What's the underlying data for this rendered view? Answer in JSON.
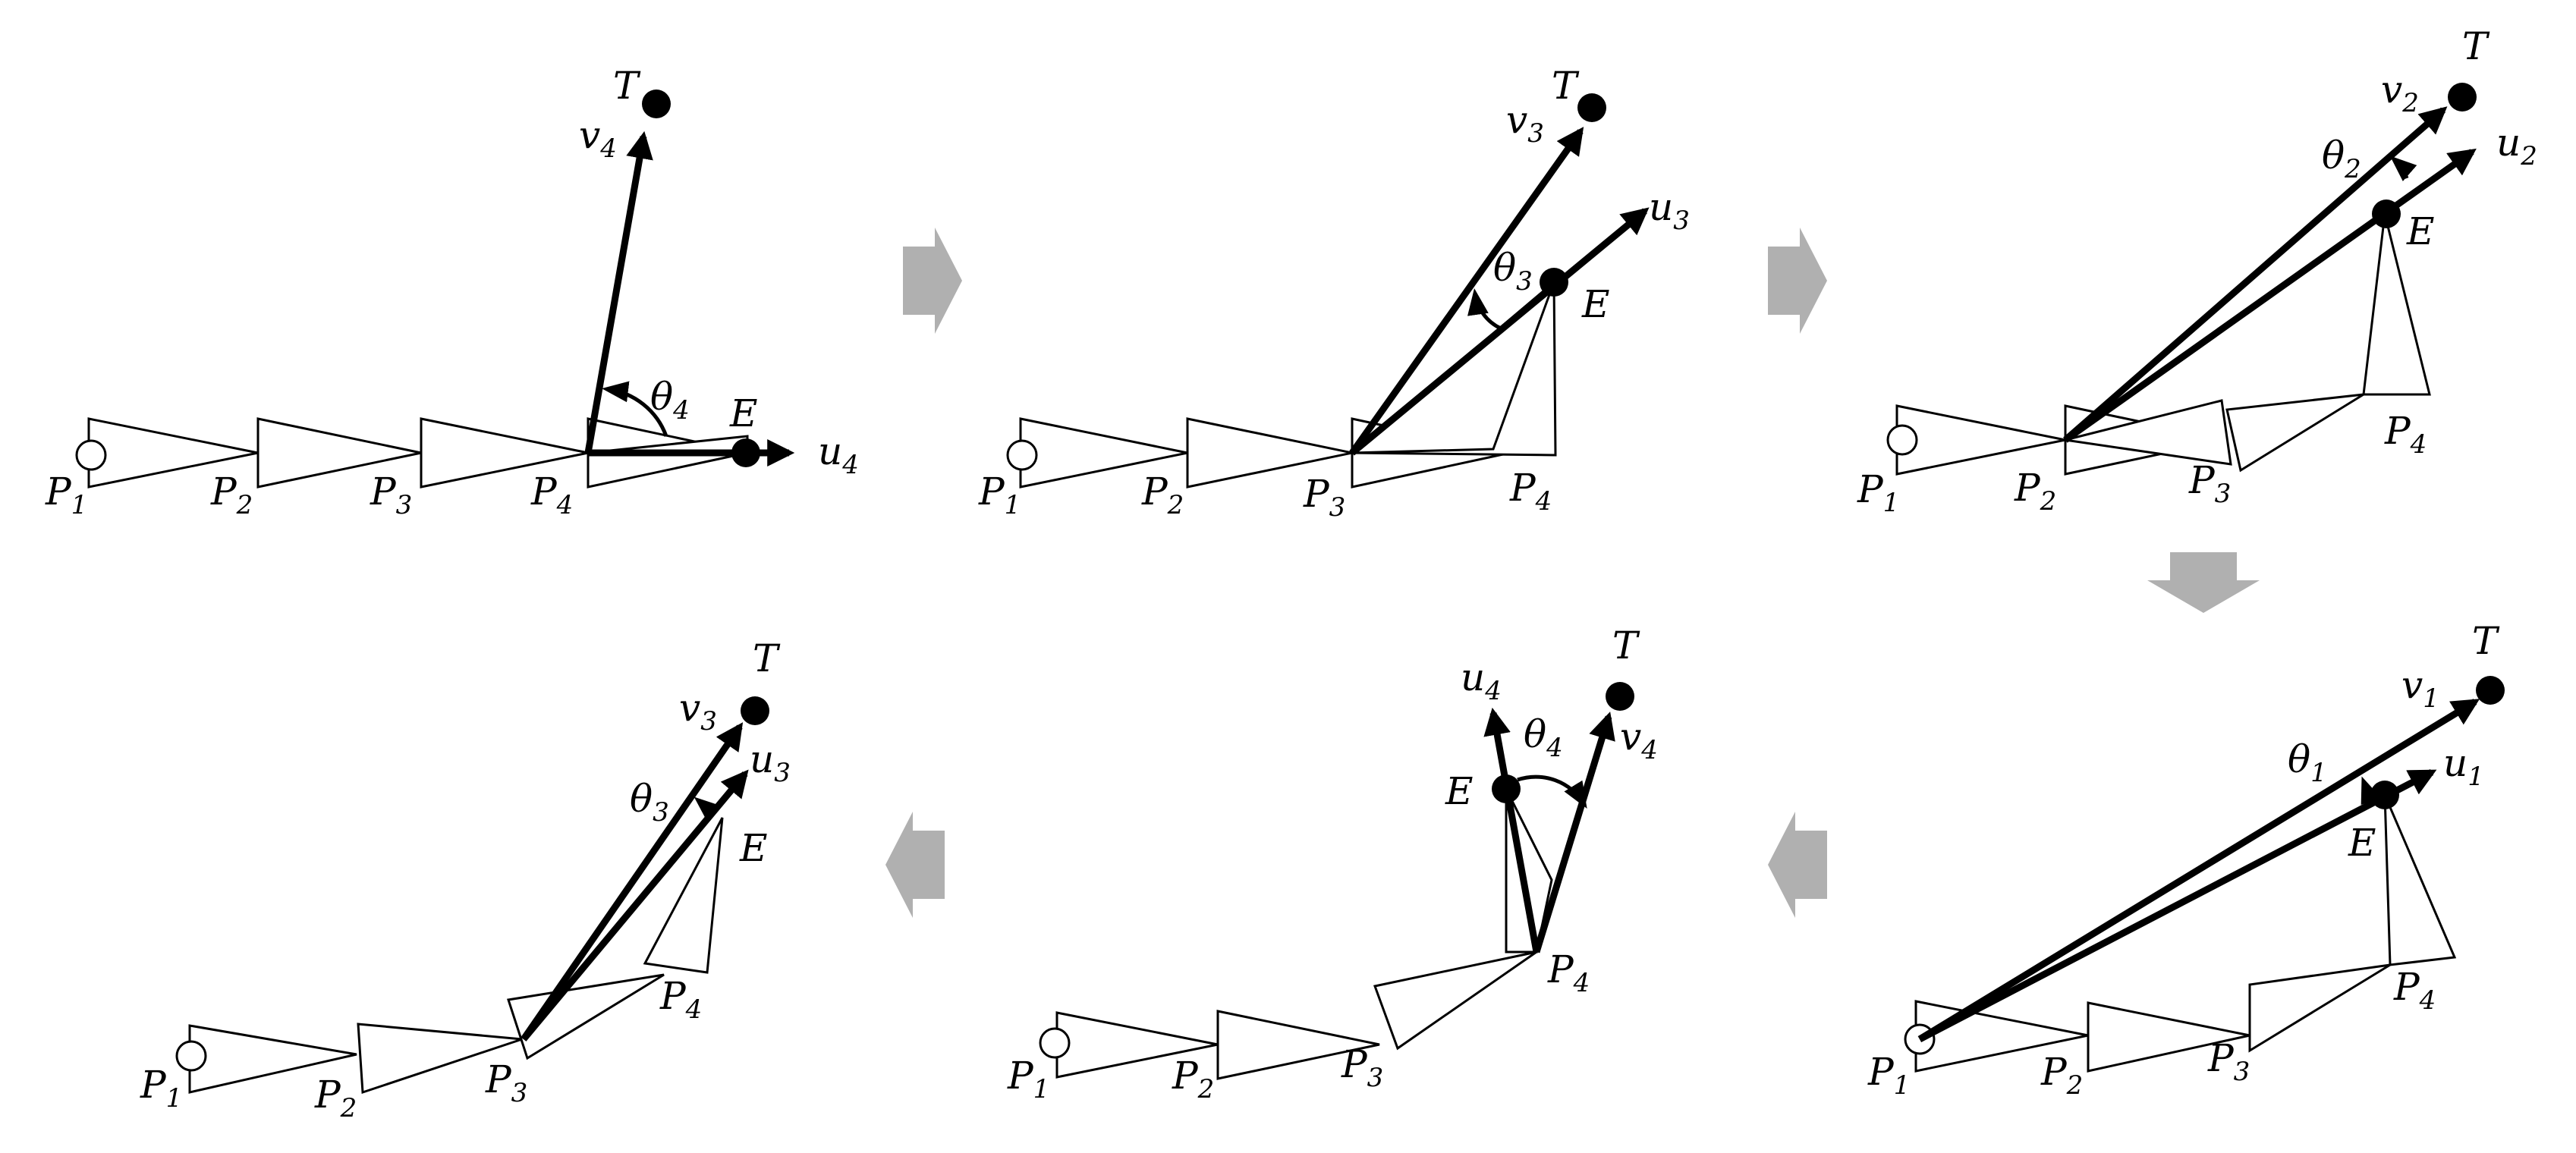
{
  "panels": [
    {
      "id": "panel-1",
      "angle": {
        "name": "θ",
        "sub": "4"
      },
      "joints": [
        "P1",
        "P2",
        "P3",
        "P4"
      ]
    },
    {
      "id": "panel-2",
      "angle": {
        "name": "θ",
        "sub": "3"
      },
      "joints": [
        "P1",
        "P2",
        "P3",
        "P4"
      ]
    },
    {
      "id": "panel-3",
      "angle": {
        "name": "θ",
        "sub": "2"
      },
      "joints": [
        "P1",
        "P2",
        "P3",
        "P4"
      ]
    },
    {
      "id": "panel-4",
      "angle": {
        "name": "θ",
        "sub": "1"
      },
      "joints": [
        "P1",
        "P2",
        "P3",
        "P4"
      ]
    },
    {
      "id": "panel-5",
      "angle": {
        "name": "θ",
        "sub": "4"
      },
      "joints": [
        "P1",
        "P2",
        "P3",
        "P4"
      ]
    },
    {
      "id": "panel-6",
      "angle": {
        "name": "θ",
        "sub": "3"
      },
      "joints": [
        "P1",
        "P2",
        "P3",
        "P4"
      ]
    }
  ],
  "labels": {
    "target": "T",
    "end_effector": "E",
    "u": "u",
    "v": "v",
    "p": "P"
  },
  "arrow_color": "#b0b0b0",
  "line_color": "#000000"
}
